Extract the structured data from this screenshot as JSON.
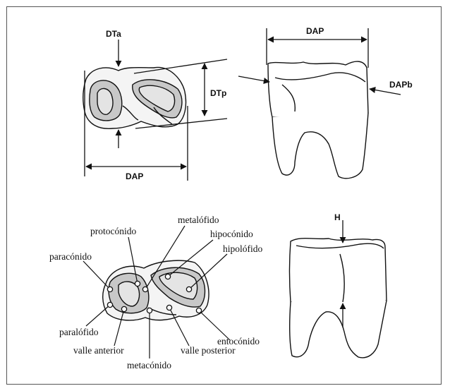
{
  "measurements": {
    "dta": "DTa",
    "dtp": "DTp",
    "dap_top_left": "DAP",
    "dap_top_right": "DAP",
    "dapb": "DAPb",
    "h": "H"
  },
  "anatomy_labels": {
    "protoconido": "protocónido",
    "metalofido": "metalófido",
    "hipoconido": "hipocónido",
    "paraconido": "paracónido",
    "hipolofido": "hipolófido",
    "paralofido": "paralófido",
    "entoconido": "entocónido",
    "valle_anterior": "valle anterior",
    "valle_posterior": "valle posterior",
    "metaconido": "metacónido"
  },
  "colors": {
    "ink": "#111111",
    "enamel_fill": "#c8c8c8",
    "dentine_fill": "#e4e4e4",
    "frame": "#555555"
  }
}
